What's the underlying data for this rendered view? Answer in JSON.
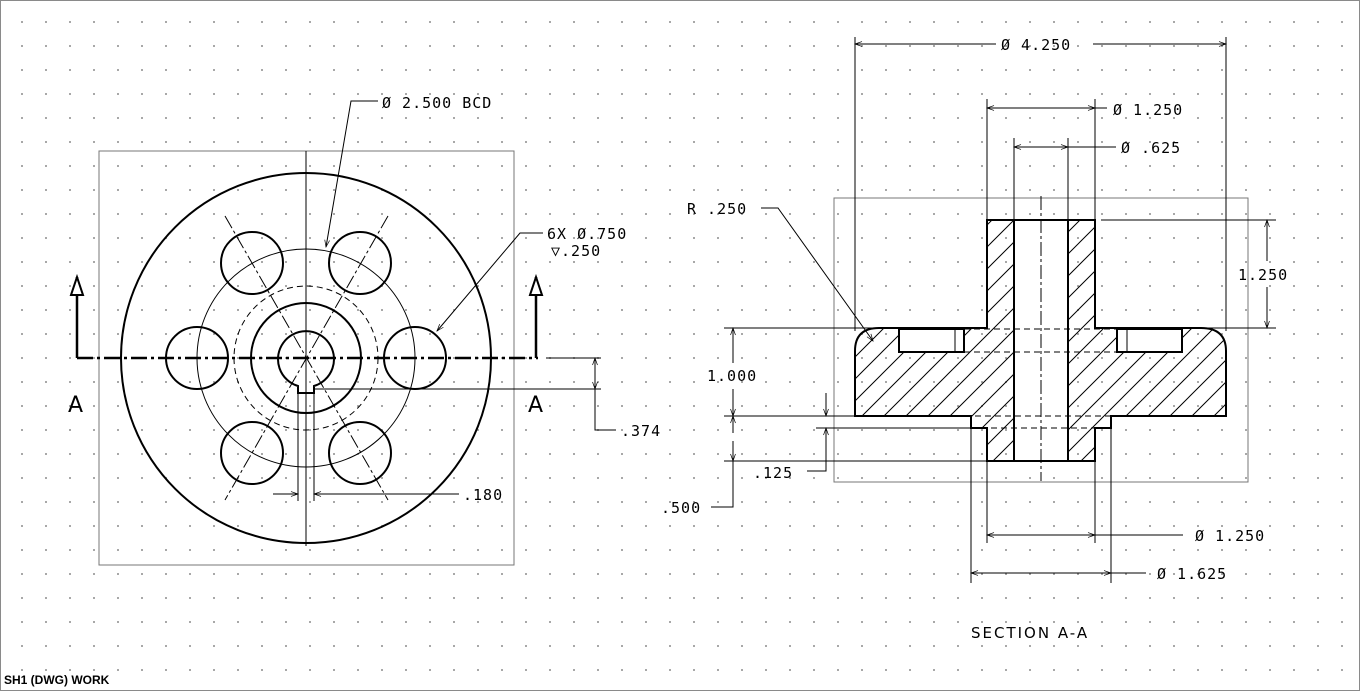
{
  "status_bar": {
    "text": "SH1 (DWG) WORK"
  },
  "front_view": {
    "bcd_label": "Ø 2.500 BCD",
    "holes_label_line1": "6X  Ø.750",
    "holes_label_line2": "▽.250",
    "keyway_depth_dim": ".374",
    "keyway_width_dim": ".180",
    "section_label_left": "A",
    "section_label_right": "A"
  },
  "section_view": {
    "od_dim": "Ø 4.250",
    "hub_od_dim": "Ø 1.250",
    "bore_dim": "Ø .625",
    "fillet_dim": "R .250",
    "hub_height_dim": "1.250",
    "flange_thickness_dim": "1.000",
    "step_dim": ".125",
    "bottom_hub_dim": ".500",
    "bottom_hub_od_dim": "Ø 1.250",
    "boss_od_dim": "Ø 1.625",
    "title": "SECTION A-A"
  }
}
